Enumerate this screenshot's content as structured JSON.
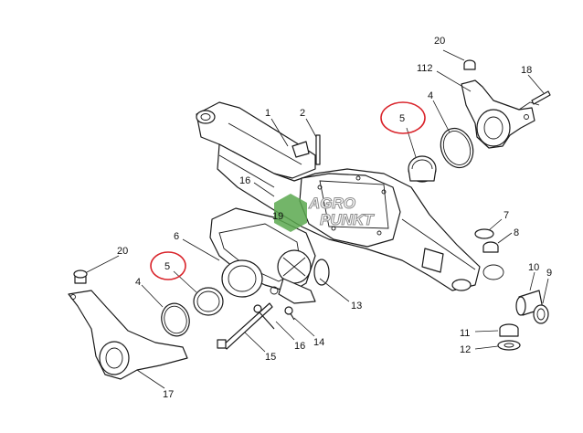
{
  "colors": {
    "line": "#1a1a1a",
    "highlight": "#d9232a",
    "logo_green": "#5aa84f",
    "logo_grey": "#8c8c8c"
  },
  "watermark": {
    "line1": "AGRO",
    "line2": "PUNKT"
  },
  "callouts": [
    {
      "id": "c1",
      "label": "1"
    },
    {
      "id": "c2",
      "label": "2"
    },
    {
      "id": "c4a",
      "label": "4"
    },
    {
      "id": "c4b",
      "label": "4"
    },
    {
      "id": "c5a",
      "label": "5",
      "highlighted": true
    },
    {
      "id": "c5b",
      "label": "5",
      "highlighted": true
    },
    {
      "id": "c6",
      "label": "6"
    },
    {
      "id": "c7",
      "label": "7"
    },
    {
      "id": "c8",
      "label": "8"
    },
    {
      "id": "c9",
      "label": "9"
    },
    {
      "id": "c10",
      "label": "10"
    },
    {
      "id": "c11",
      "label": "11"
    },
    {
      "id": "c12",
      "label": "12"
    },
    {
      "id": "c13",
      "label": "13"
    },
    {
      "id": "c14",
      "label": "14"
    },
    {
      "id": "c15",
      "label": "15"
    },
    {
      "id": "c16a",
      "label": "16"
    },
    {
      "id": "c16b",
      "label": "16"
    },
    {
      "id": "c17",
      "label": "17"
    },
    {
      "id": "c18",
      "label": "18"
    },
    {
      "id": "c19",
      "label": "19"
    },
    {
      "id": "c20a",
      "label": "20"
    },
    {
      "id": "c20b",
      "label": "20"
    },
    {
      "id": "c112",
      "label": "112"
    }
  ]
}
